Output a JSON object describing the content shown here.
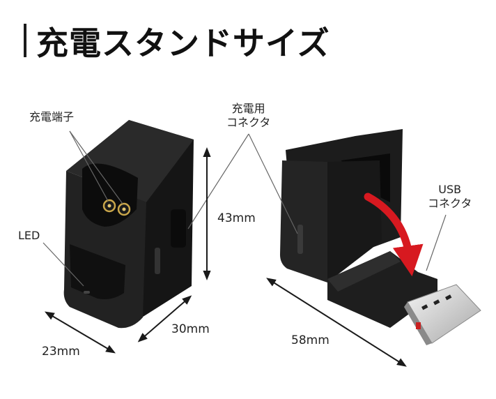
{
  "title": "充電スタンドサイズ",
  "labels": {
    "charging_terminal": "充電端子",
    "led": "LED",
    "charging_connector_line1": "充電用",
    "charging_connector_line2": "コネクタ",
    "usb_connector_line1": "USB",
    "usb_connector_line2": "コネクタ"
  },
  "dimensions": {
    "height": "43mm",
    "depth": "30mm",
    "width": "23mm",
    "length": "58mm"
  },
  "colors": {
    "product": "#1c1c1c",
    "arrow": "#d71920",
    "dimension_line": "#1a1a1a"
  }
}
